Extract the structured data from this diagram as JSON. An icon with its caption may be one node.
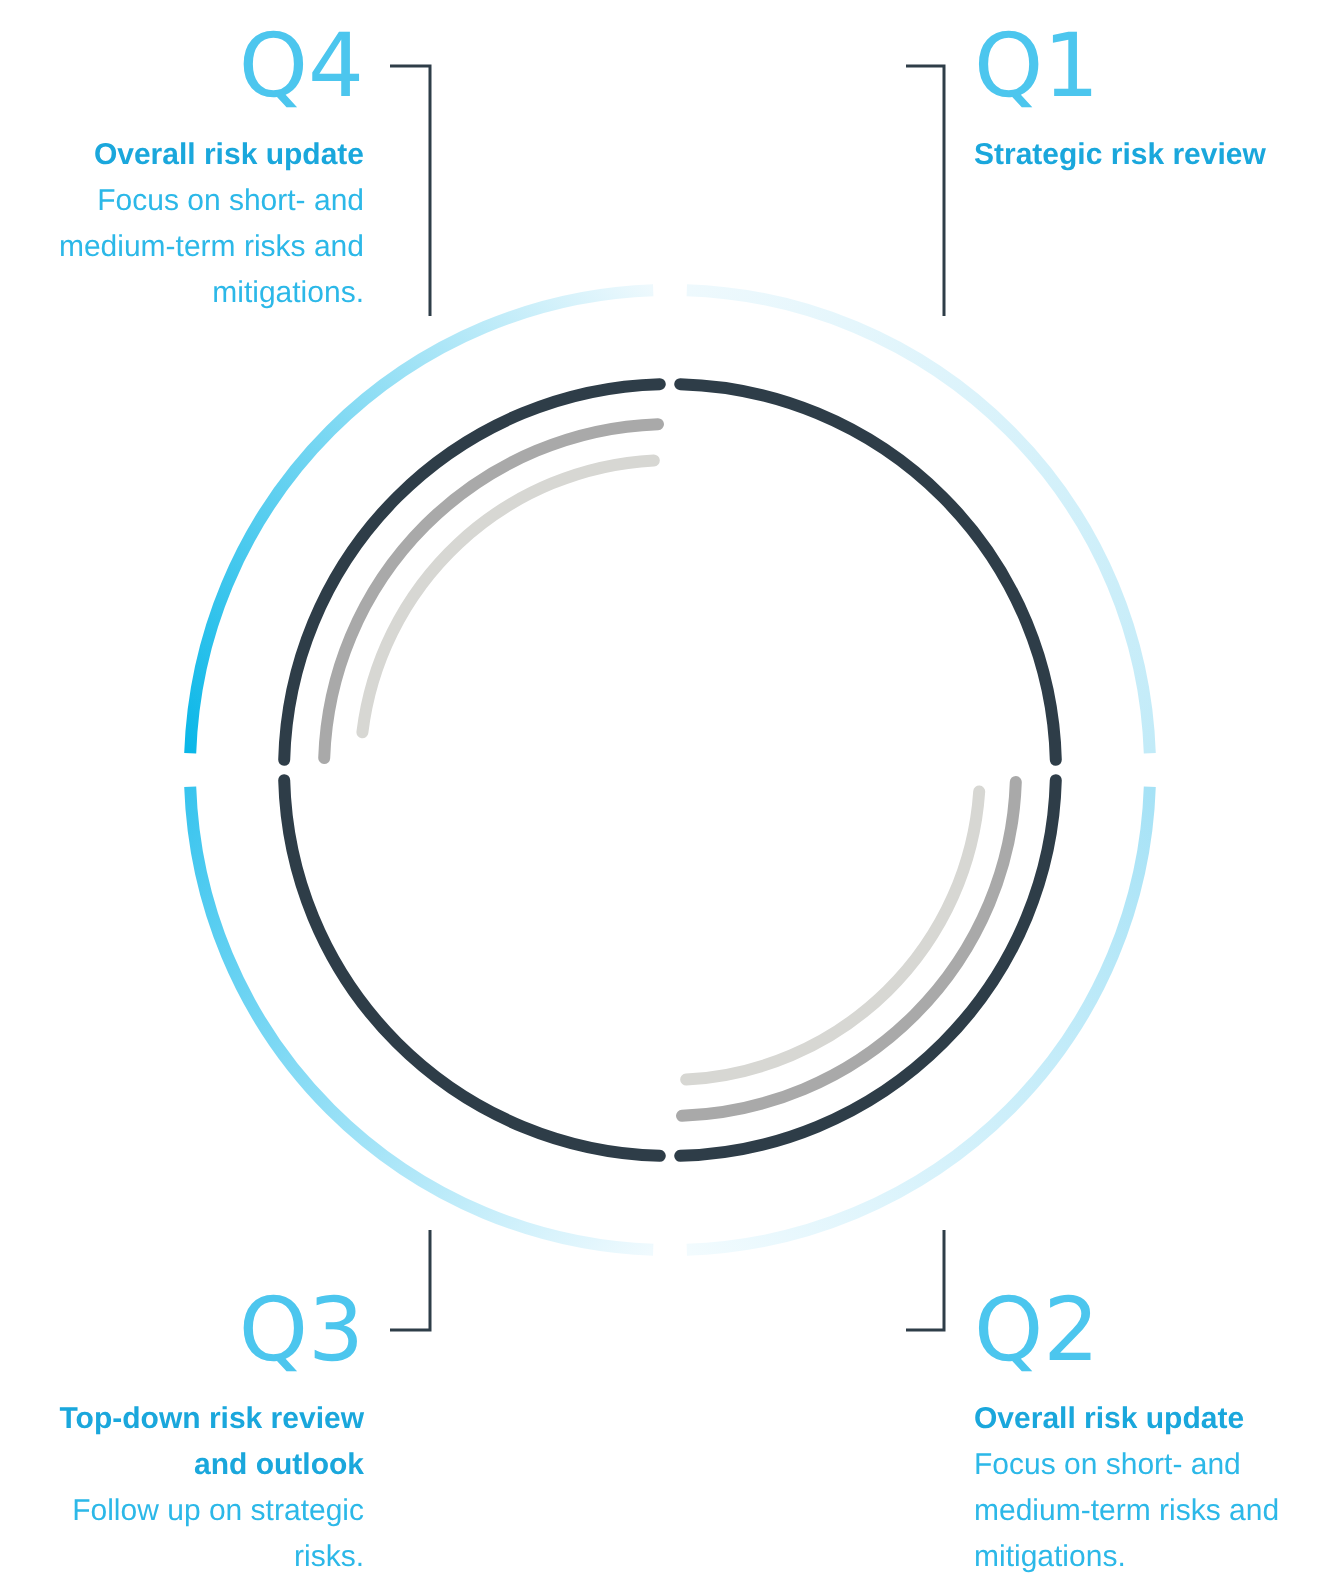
{
  "diagram": {
    "nodes": [
      {
        "text": [
          "Q1",
          "Strategic risk review"
        ]
      },
      {
        "text": [
          "Q2",
          "Overall risk update",
          "Focus on short- and medium-term risks and mitigations."
        ]
      },
      {
        "text": [
          "Q3",
          "Top-down risk review and outlook",
          "Follow up on strategic risks."
        ]
      },
      {
        "text": [
          "Q4",
          "Overall risk update",
          "Focus on short- and medium-term risks and mitigations."
        ]
      }
    ],
    "edges": [
      {
        "from": 0,
        "to": null,
        "arrow": "none"
      },
      {
        "from": 1,
        "to": null,
        "arrow": "none"
      },
      {
        "from": 2,
        "to": null,
        "arrow": "none"
      },
      {
        "from": 3,
        "to": null,
        "arrow": "none"
      }
    ]
  }
}
